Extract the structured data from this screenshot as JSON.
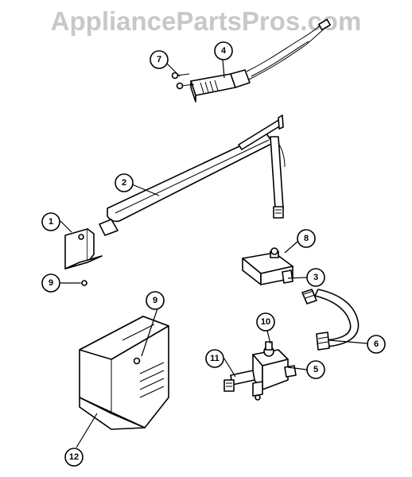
{
  "watermark": "AppliancePartsPros.com",
  "callouts": {
    "c1": "1",
    "c2": "2",
    "c3": "3",
    "c4": "4",
    "c5": "5",
    "c6": "6",
    "c7": "7",
    "c8": "8",
    "c9a": "9",
    "c9b": "9",
    "c10": "10",
    "c11": "11",
    "c12": "12"
  }
}
